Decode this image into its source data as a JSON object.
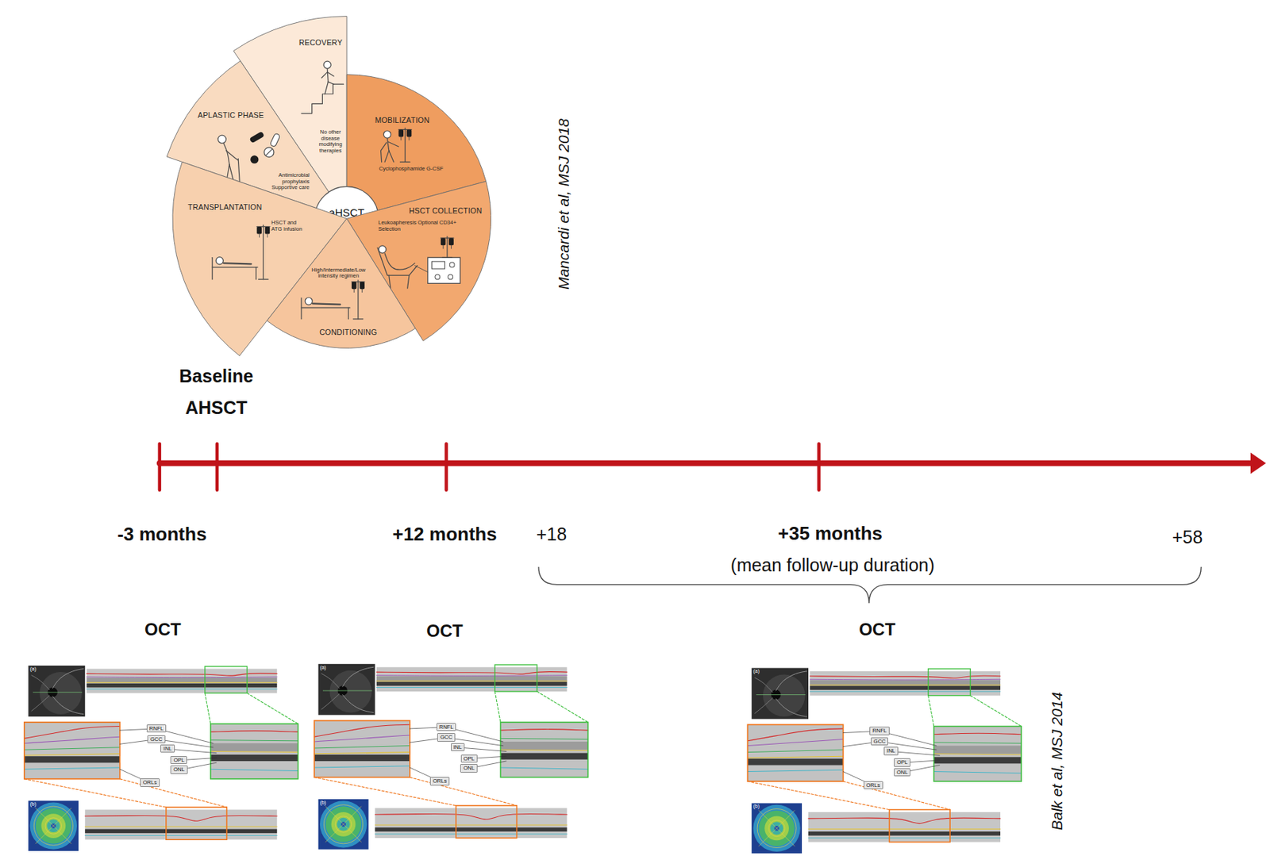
{
  "diagram": {
    "nodes": [
      {
        "text": [
          "RECOVERY",
          "No other disease modifying therapies"
        ]
      },
      {
        "text": [
          "APLASTIC PHASE",
          "Antimicrobial prophylaxis Supportive care"
        ]
      },
      {
        "text": [
          "MOBILIZATION",
          "Cyclophosphamide G-CSF"
        ]
      },
      {
        "text": [
          "aHSCT procedure"
        ]
      },
      {
        "text": [
          "HSCT COLLECTION",
          "Leukoapheresis Optional CD34+ Selection"
        ]
      },
      {
        "text": [
          "TRANSPLANTATION",
          "HSCT and ATG infusion"
        ]
      },
      {
        "text": [
          "CONDITIONING",
          "High/Intermediate/Low intensity regimen"
        ]
      },
      {
        "text": [
          "RNFL"
        ]
      },
      {
        "text": [
          "GCC"
        ]
      },
      {
        "text": [
          "INL"
        ]
      },
      {
        "text": [
          "OPL"
        ]
      },
      {
        "text": [
          "ONL"
        ]
      },
      {
        "text": [
          "ORLs"
        ]
      },
      {
        "text": [
          "RNFL"
        ]
      },
      {
        "text": [
          "GCC"
        ]
      },
      {
        "text": [
          "INL"
        ]
      },
      {
        "text": [
          "OPL"
        ]
      },
      {
        "text": [
          "ONL"
        ]
      },
      {
        "text": [
          "ORLs"
        ]
      },
      {
        "text": [
          "RNFL"
        ]
      },
      {
        "text": [
          "GCC"
        ]
      },
      {
        "text": [
          "INL"
        ]
      },
      {
        "text": [
          "OPL"
        ]
      },
      {
        "text": [
          "ONL"
        ]
      },
      {
        "text": [
          "ORLs"
        ]
      }
    ],
    "labels": [
      "Mancardi et al, MSJ 2018",
      "Baseline AHSCT",
      "-3 months",
      "+12 months",
      "+18",
      "+35 months",
      "(mean follow-up duration)",
      "+58",
      "OCT",
      "OCT",
      "OCT",
      "(a)",
      "(b)",
      "(a)",
      "(b)",
      "(a)",
      "(b)",
      "Balk et al, MSJ 2014"
    ]
  }
}
